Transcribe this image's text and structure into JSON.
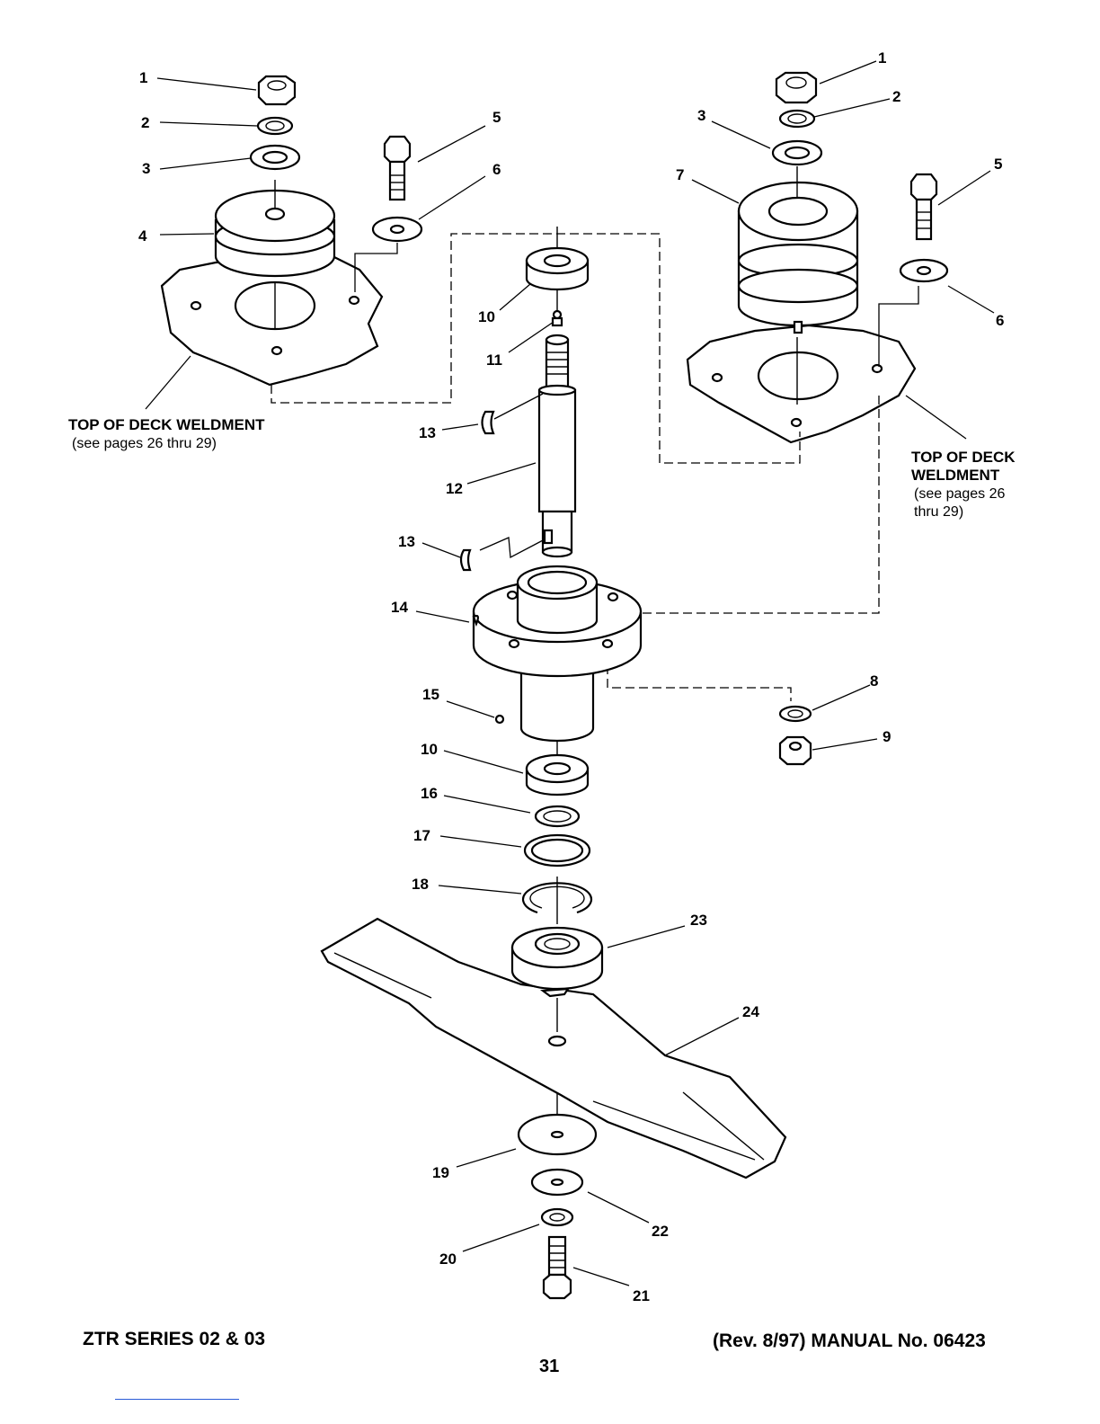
{
  "callouts": {
    "c1a": "1",
    "c2a": "2",
    "c3a": "3",
    "c4": "4",
    "c5a": "5",
    "c6a": "6",
    "c1b": "1",
    "c2b": "2",
    "c3b": "3",
    "c7": "7",
    "c5b": "5",
    "c6b": "6",
    "c10a": "10",
    "c11": "11",
    "c13a": "13",
    "c12": "12",
    "c13b": "13",
    "c14": "14",
    "c8": "8",
    "c9": "9",
    "c15": "15",
    "c10b": "10",
    "c16": "16",
    "c17": "17",
    "c18": "18",
    "c23": "23",
    "c24": "24",
    "c19": "19",
    "c22": "22",
    "c20": "20",
    "c21": "21"
  },
  "labels": {
    "left_title": "TOP OF DECK WELDMENT",
    "left_sub": "(see pages 26 thru 29)",
    "right_title_1": "TOP OF DECK",
    "right_title_2": "WELDMENT",
    "right_sub_1": "(see pages 26",
    "right_sub_2": "thru 29)"
  },
  "footer": {
    "left": "ZTR SERIES 02 & 03",
    "right": "(Rev. 8/97) MANUAL No. 06423",
    "page": "31"
  }
}
